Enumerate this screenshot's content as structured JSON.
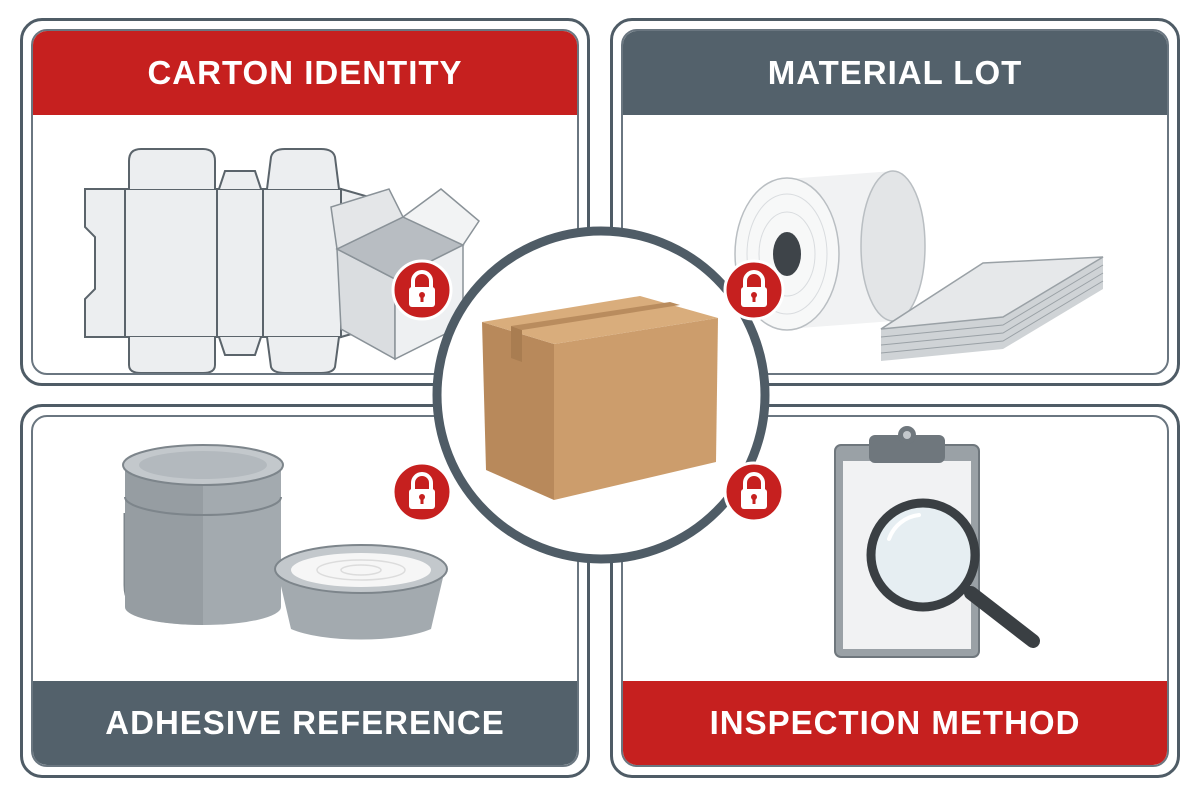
{
  "colors": {
    "red": "#c6201f",
    "slate": "#53616b",
    "outline": "#4f5c66"
  },
  "panels": {
    "carton_identity": {
      "title": "CARTON IDENTITY",
      "color": "red"
    },
    "material_lot": {
      "title": "MATERIAL LOT",
      "color": "slate"
    },
    "adhesive_reference": {
      "title": "ADHESIVE REFERENCE",
      "color": "slate"
    },
    "inspection_method": {
      "title": "INSPECTION METHOD",
      "color": "red"
    }
  },
  "icons": {
    "lock": "lock-icon",
    "center": "cardboard-box-icon",
    "carton": [
      "carton-dieline-icon",
      "open-box-icon"
    ],
    "material": [
      "paper-roll-icon",
      "sheet-stack-icon"
    ],
    "adhesive": [
      "adhesive-bucket-icon",
      "adhesive-bowl-icon"
    ],
    "inspection": [
      "clipboard-icon",
      "magnifier-icon"
    ]
  }
}
